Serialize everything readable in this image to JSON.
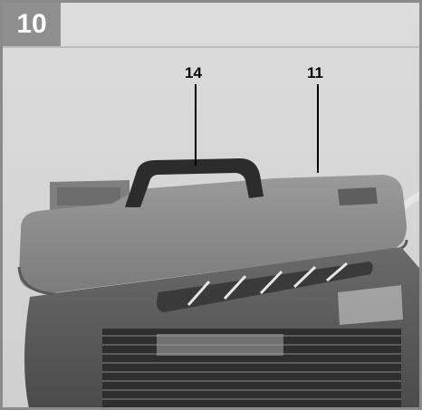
{
  "figure": {
    "number": "10",
    "callouts": [
      {
        "id": "14"
      },
      {
        "id": "11"
      }
    ]
  },
  "colors": {
    "badge": "#8f8f8f",
    "frame_border": "#8a8a8a",
    "housing": "#8a8a8a",
    "background": "#d9d9d9"
  }
}
